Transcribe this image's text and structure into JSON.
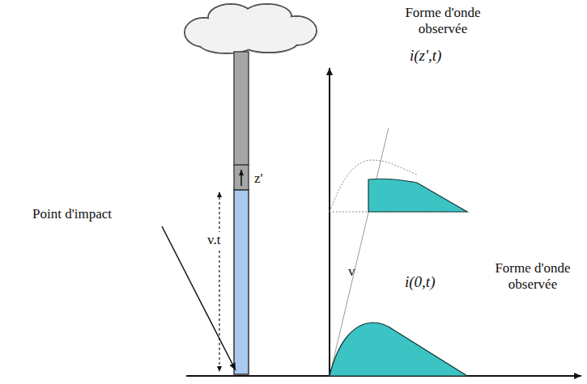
{
  "diagram": {
    "labels": [
      "Forme d'onde observée",
      "i(z',t)",
      "z'",
      "v.t",
      "Point d'impact",
      "v",
      "Forme d'onde observée",
      "i(0,t)"
    ]
  }
}
